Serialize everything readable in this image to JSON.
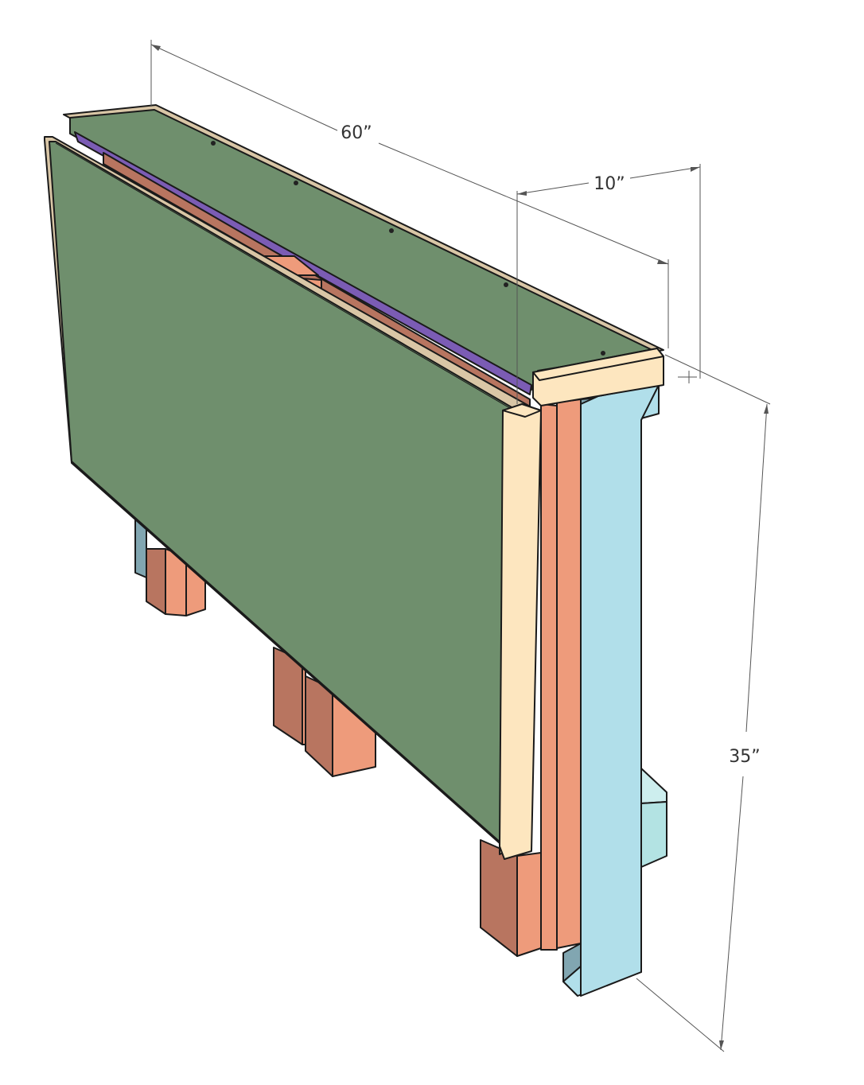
{
  "dimensions": {
    "length": "60”",
    "depth": "10”",
    "height": "35”"
  },
  "colors": {
    "panel_green": "#6f8f6d",
    "panel_green_light": "#7a9a77",
    "trim_cream": "#fde6bf",
    "trim_wood": "#d9c6a6",
    "salmon": "#ee9b7b",
    "salmon_dark": "#b87560",
    "blue_light": "#b1dfea",
    "blue_dark": "#81a6b1",
    "purple": "#7b5cb4",
    "cyan_block": "#b3e3e3"
  }
}
